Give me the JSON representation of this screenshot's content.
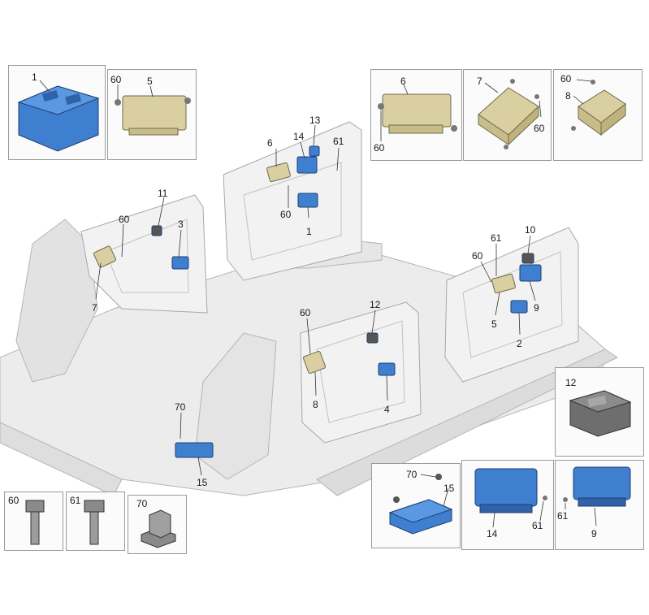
{
  "callouts": {
    "c1_main": "1",
    "c2": "2",
    "c3": "3",
    "c4": "4",
    "c5_main": "5",
    "c6_main": "6",
    "c7_main": "7",
    "c8_main": "8",
    "c9_main": "9",
    "c10": "10",
    "c11": "11",
    "c12_main": "12",
    "c13": "13",
    "c14_main": "14",
    "c15_main": "15",
    "c60_a": "60",
    "c60_b": "60",
    "c60_c": "60",
    "c60_d": "60",
    "c61_a": "61",
    "c61_b": "61"
  },
  "insets": {
    "i1": {
      "label": "1"
    },
    "i5": {
      "label": "5",
      "screw": "60"
    },
    "i6": {
      "label": "6",
      "screw": "60"
    },
    "i7": {
      "label": "7",
      "screw": "60"
    },
    "i8": {
      "label": "8",
      "screw": "60"
    },
    "i12": {
      "label": "12"
    },
    "i15": {
      "label": "15",
      "nut": "70"
    },
    "i14": {
      "label": "14",
      "screw": "61"
    },
    "i9": {
      "label": "9",
      "screw": "61"
    },
    "i60": {
      "label": "60"
    },
    "i61": {
      "label": "61"
    },
    "i70": {
      "label": "70"
    }
  },
  "colors": {
    "module_blue": "#3f7fd0",
    "module_tan": "#d9cfa0",
    "body_gray": "#e9e9e9",
    "line_gray": "#b8b8b8"
  }
}
